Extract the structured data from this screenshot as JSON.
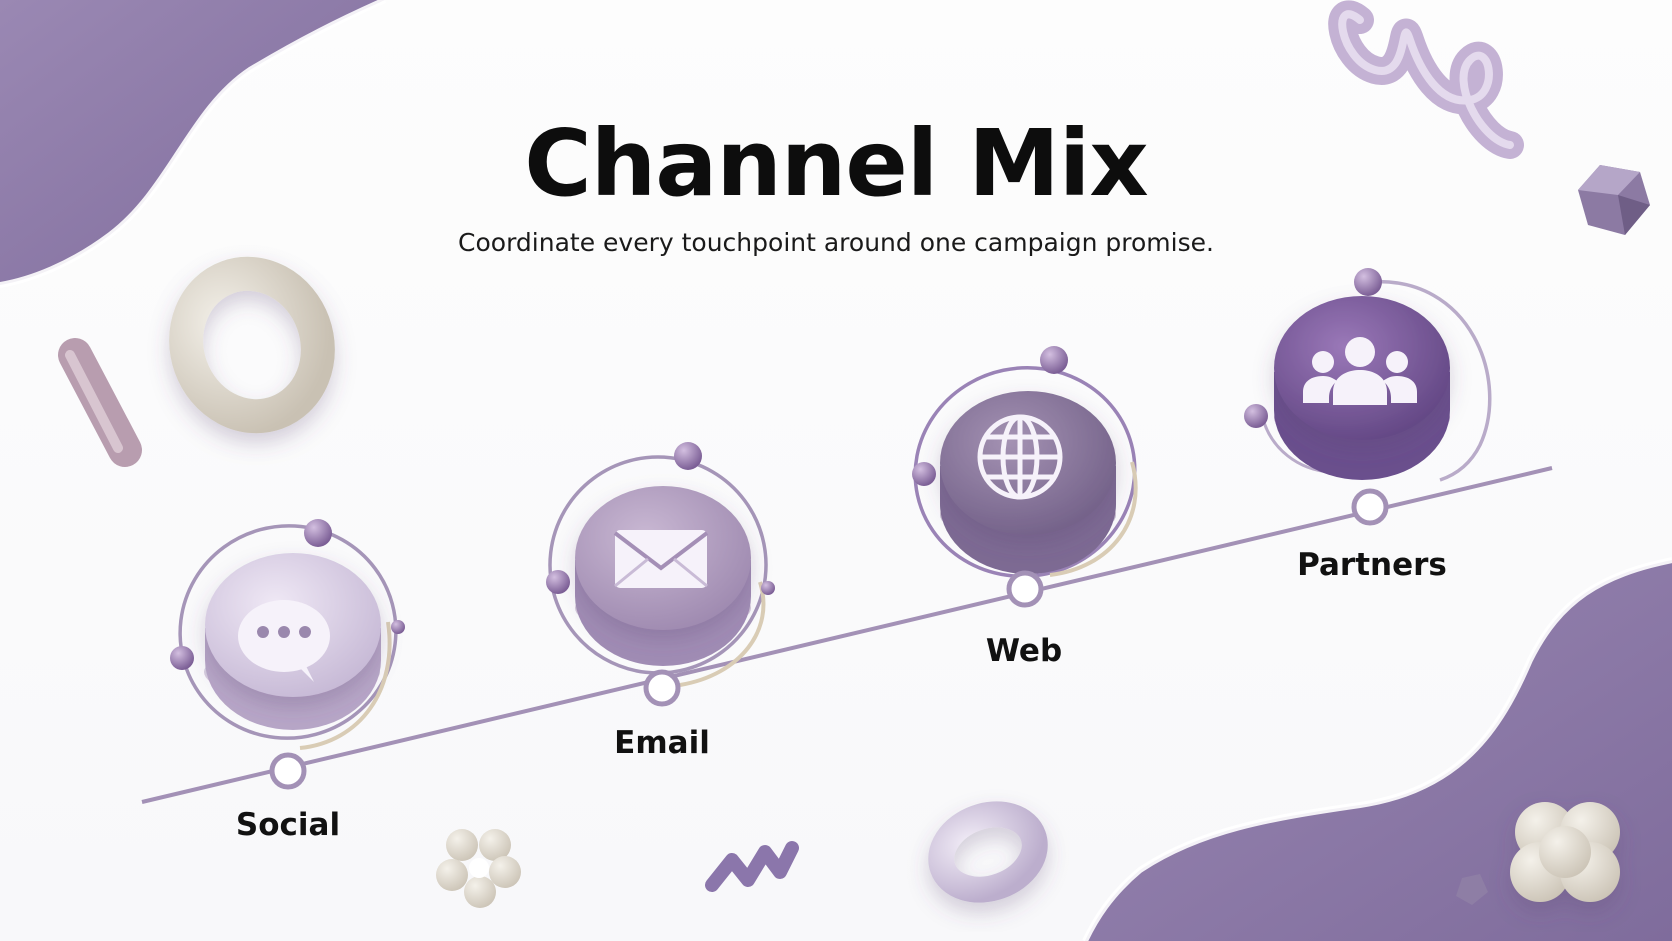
{
  "title": "Channel Mix",
  "subtitle": "Coordinate every touchpoint around one campaign promise.",
  "colors": {
    "accent": "#8a76a6",
    "dark_purple": "#6e5a8e",
    "light_purple": "#cfc3dc",
    "cream": "#e4dfd4",
    "text": "#111111"
  },
  "channels": [
    {
      "label": "Social",
      "icon": "chat-bubble-icon"
    },
    {
      "label": "Email",
      "icon": "envelope-icon"
    },
    {
      "label": "Web",
      "icon": "globe-icon"
    },
    {
      "label": "Partners",
      "icon": "people-group-icon"
    }
  ]
}
